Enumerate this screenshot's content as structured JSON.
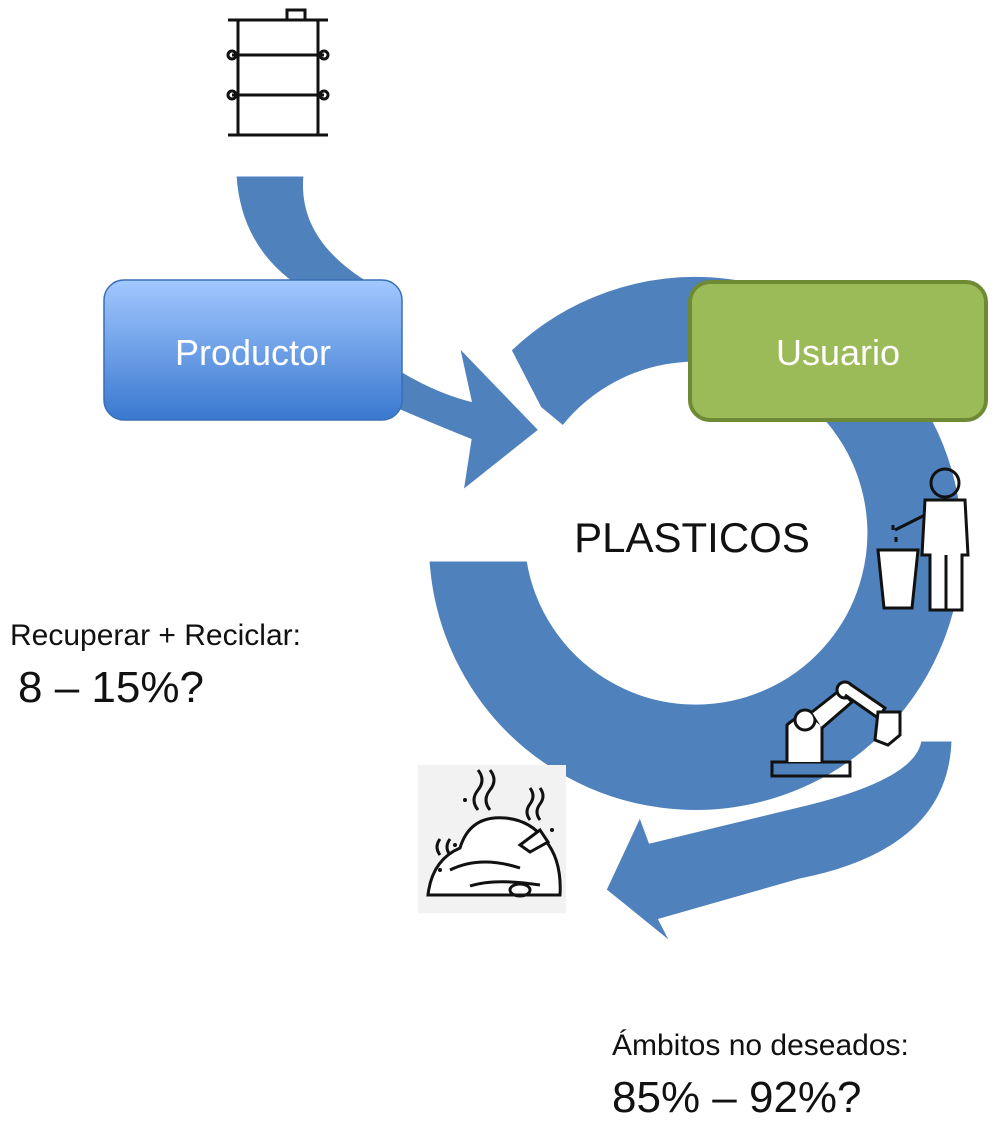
{
  "nodes": {
    "producer": {
      "label": "Productor"
    },
    "user": {
      "label": "Usuario"
    },
    "center": {
      "label": "PLASTICOS"
    }
  },
  "stats": {
    "recycle": {
      "label": "Recuperar + Reciclar:",
      "value": "8 – 15%?"
    },
    "unwanted": {
      "label": "Ámbitos no deseados:",
      "value": "85% – 92%?"
    }
  },
  "icons": [
    "oil-barrel-icon",
    "person-trash-bin-icon",
    "robot-arm-icon",
    "landfill-icon"
  ],
  "colors": {
    "arrow": "#4f81bd",
    "producer_top": "#9cc3ff",
    "producer_bottom": "#3c7ad0",
    "user_fill": "#9bbb59",
    "user_border": "#6e8a35"
  }
}
